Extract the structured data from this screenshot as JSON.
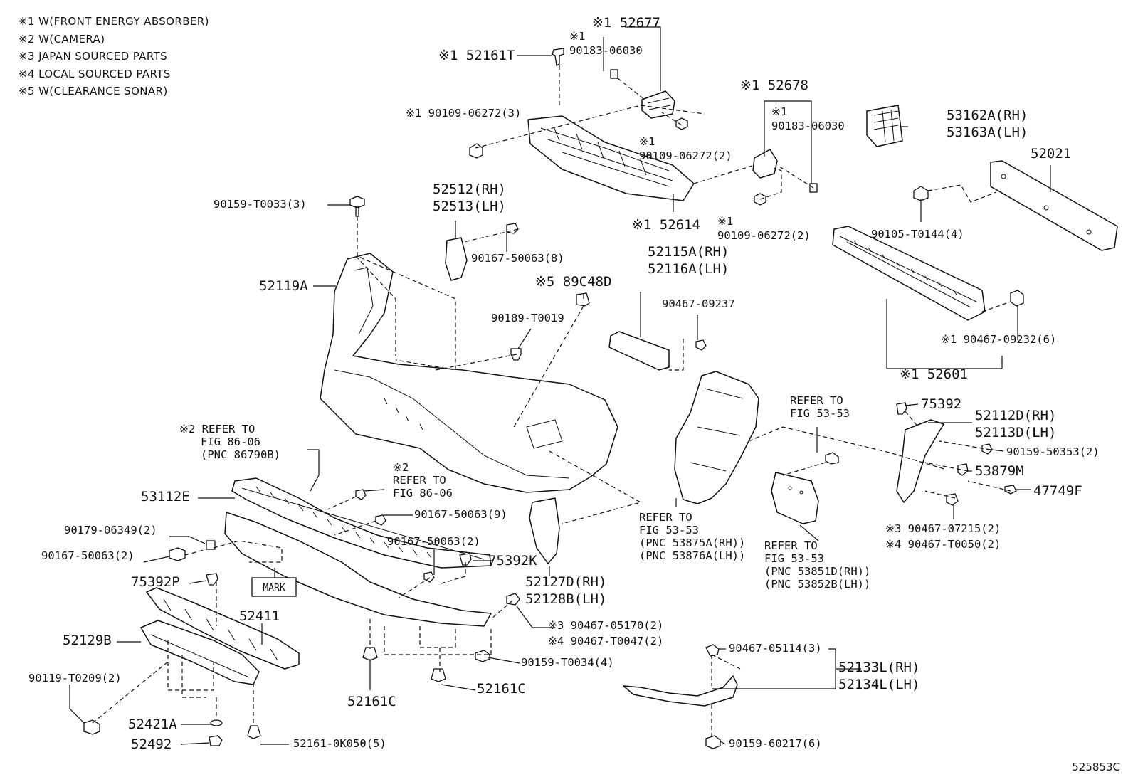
{
  "notes": [
    "※1 W(FRONT ENERGY ABSORBER)",
    "※2 W(CAMERA)",
    "※3 JAPAN SOURCED PARTS",
    "※4 LOCAL SOURCED PARTS",
    "※5 W(CLEARANCE SONAR)"
  ],
  "labels": {
    "l52677": "※1 52677",
    "l9018306030a_m": "※1",
    "l9018306030a": "90183-06030",
    "l52161T": "※1 52161T",
    "l52678": "※1 52678",
    "l9018306030b_m": "※1",
    "l9018306030b": "90183-06030",
    "l9010906272_3": "※1 90109-06272(3)",
    "l9010906272_2a_m": "※1",
    "l9010906272_2a": "90109-06272(2)",
    "l9010906272_2b_m": "※1",
    "l9010906272_2b": "90109-06272(2)",
    "l52614": "※1 52614",
    "l53162A": "53162A(RH)",
    "l53163A": "53163A(LH)",
    "l52021": "52021",
    "l90105T0144": "90105-T0144(4)",
    "l9046709232": "※1 90467-09232(6)",
    "l52601": "※1 52601",
    "l90159T0033": "90159-T0033(3)",
    "l52512": "52512(RH)",
    "l52513": "52513(LH)",
    "l9016750063_8": "90167-50063(8)",
    "l52119A": "52119A",
    "l89C48D": "※5 89C48D",
    "l90189T0019": "90189-T0019",
    "l52115A": "52115A(RH)",
    "l52116A": "52116A(LH)",
    "l9046709237": "90467-09237",
    "l_ref8606a_1": "※2 REFER TO",
    "l_ref8606a_2": "FIG 86-06",
    "l_ref8606a_3": "(PNC 86790B)",
    "l_ref8606b_m": "※2",
    "l_ref8606b_1": "REFER TO",
    "l_ref8606b_2": "FIG 86-06",
    "l53112E": "53112E",
    "l9016750063_9": "90167-50063(9)",
    "l9017906349": "90179-06349(2)",
    "l9016750063_2a": "90167-50063(2)",
    "l9016750063_2b": "90167-50063(2)",
    "l75392P": "75392P",
    "l_mark": "MARK",
    "l75392K": "75392K",
    "l52127D": "52127D(RH)",
    "l52128B": "52128B(LH)",
    "l52411": "52411",
    "l52129B": "52129B",
    "l90119T0209": "90119-T0209(2)",
    "l52421A": "52421A",
    "l52492": "52492",
    "l521610K050": "52161-0K050(5)",
    "l52161C_a": "52161C",
    "l52161C_b": "52161C",
    "l90159T0034": "90159-T0034(4)",
    "l9046705170": "※3 90467-05170(2)",
    "l90467T0047": "※4 90467-T0047(2)",
    "l_ref5353a_1": "REFER TO",
    "l_ref5353a_2": "FIG 53-53",
    "l_ref5353b_1": "REFER TO",
    "l_ref5353b_2": "FIG 53-53",
    "l_ref5353b_3": "(PNC 53875A(RH))",
    "l_ref5353b_4": "(PNC 53876A(LH))",
    "l_ref5353c_1": "REFER TO",
    "l_ref5353c_2": "FIG 53-53",
    "l_ref5353c_3": "(PNC 53851D(RH))",
    "l_ref5353c_4": "(PNC 53852B(LH))",
    "l75392": "75392",
    "l52112D": "52112D(RH)",
    "l52113D": "52113D(LH)",
    "l9015950353": "90159-50353(2)",
    "l53879M": "53879M",
    "l47749F": "47749F",
    "l9046707215": "※3 90467-07215(2)",
    "l90467T0050": "※4 90467-T0050(2)",
    "l9046705114": "90467-05114(3)",
    "l52133L": "52133L(RH)",
    "l52134L": "52134L(LH)",
    "l9015960217": "90159-60217(6)"
  },
  "figure_id": "525853C"
}
